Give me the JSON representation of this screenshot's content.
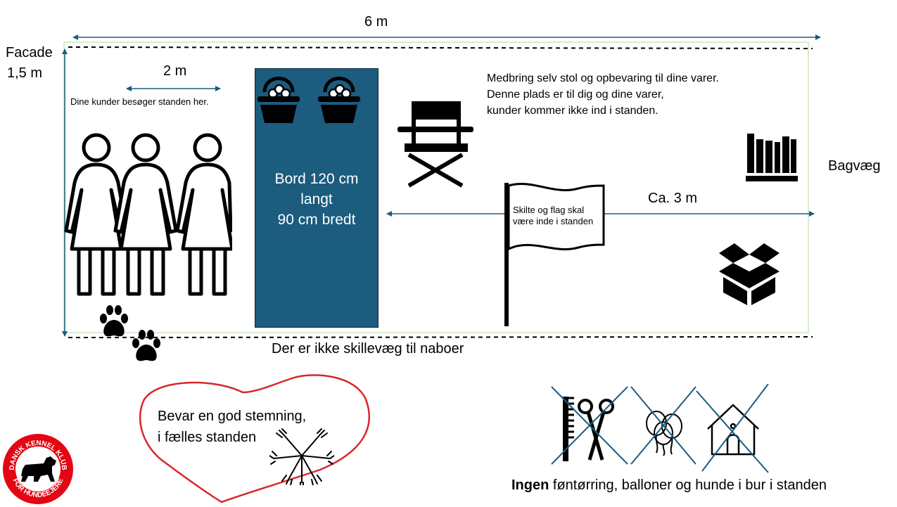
{
  "dimensions": {
    "width_label": "6 m",
    "facade_label_line1": "Facade",
    "facade_label_line2": "1,5 m",
    "customer_zone_label": "2 m",
    "depth_label": "Ca. 3 m",
    "back_wall_label": "Bagvæg"
  },
  "notes": {
    "customers_visit": "Dine kunder besøger standen her.",
    "bring_own_line1": "Medbring selv stol og opbevaring til dine varer.",
    "bring_own_line2": "Denne plads er til dig og dine varer,",
    "bring_own_line3": "kunder kommer ikke ind i standen.",
    "flag_line1": "Skilte og flag skal",
    "flag_line2": "være inde i standen",
    "no_divider": "Der er ikke skillevæg til naboer"
  },
  "table": {
    "line1": "Bord 120 cm",
    "line2": "langt",
    "line3": "90 cm bredt"
  },
  "mood": {
    "line1": "Bevar en god stemning,",
    "line2": "i fælles standen"
  },
  "prohibited": {
    "bold_word": "Ingen",
    "rest": " føntørring, balloner og hunde i bur i standen"
  },
  "logo": {
    "top_text": "DANSK KENNEL KLUB",
    "bottom_text": "FOR HUNDEEJERE"
  },
  "colors": {
    "accent_blue": "#1b5c7f",
    "heart_red": "#d9262c",
    "logo_red": "#e30613"
  },
  "icons": [
    "basket-icon",
    "director-chair-icon",
    "person-icon",
    "paw-icon",
    "flag-icon",
    "books-icon",
    "box-icon",
    "comb-scissors-icon",
    "balloons-icon",
    "dog-kennel-icon",
    "hands-icon"
  ]
}
